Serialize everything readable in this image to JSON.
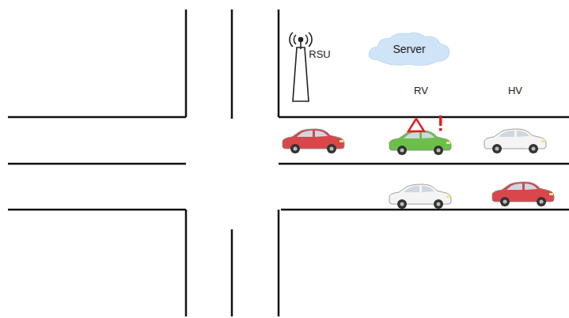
{
  "diagram": {
    "nodes": [
      {
        "text": [
          "Server"
        ]
      }
    ],
    "labels": [
      "RSU",
      "RV",
      "HV"
    ]
  }
}
